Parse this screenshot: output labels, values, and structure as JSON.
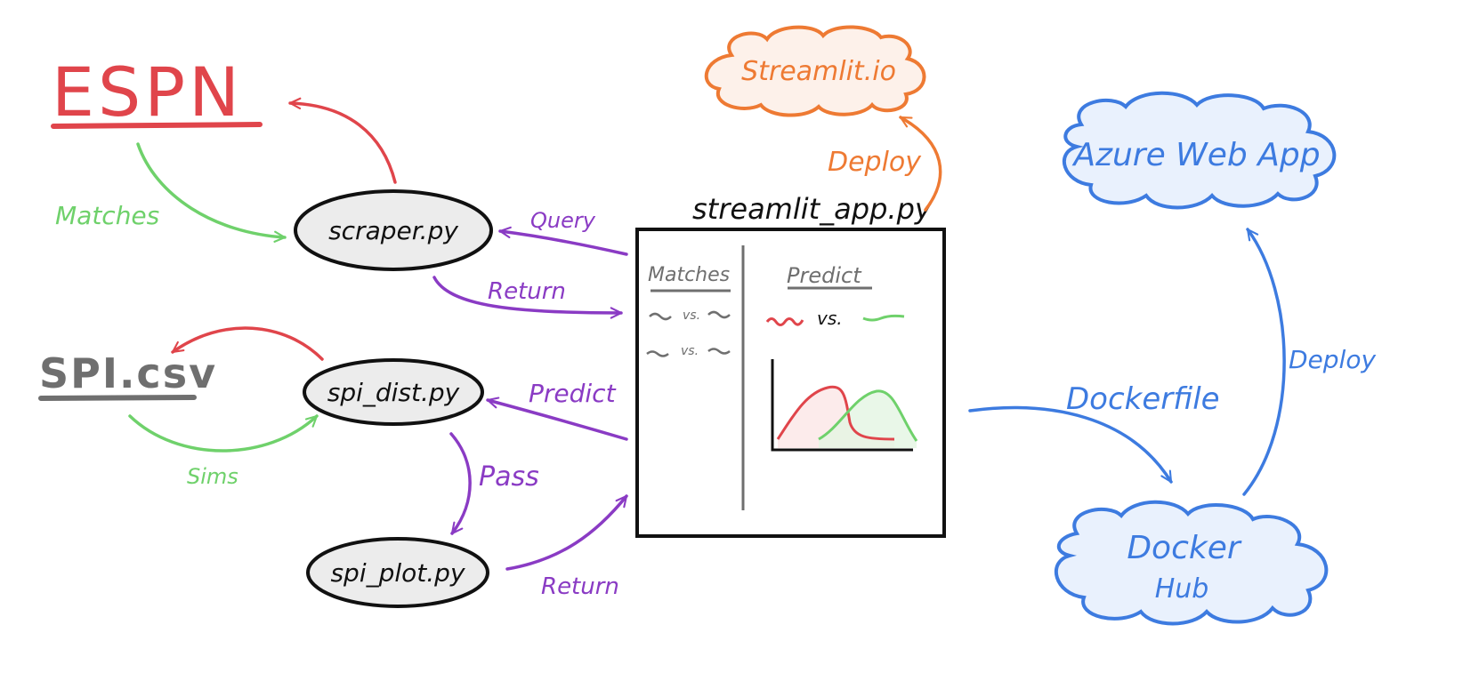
{
  "colors": {
    "red": "#e0454b",
    "green": "#6fd16b",
    "purple": "#8a3bc4",
    "orange": "#ee7a33",
    "blue": "#3d7be0",
    "gray": "#6f6f6f",
    "black": "#111111",
    "node_fill": "#ececec",
    "cloud_blue_fill": "#e9f1fd",
    "cloud_orange_fill": "#fdf1ea"
  },
  "sources": {
    "espn": "ESPN",
    "spi_csv": "SPI.csv"
  },
  "nodes": {
    "scraper": "scraper.py",
    "spi_dist": "spi_dist.py",
    "spi_plot": "spi_plot.py"
  },
  "app": {
    "title": "streamlit_app.py",
    "matches_header": "Matches",
    "vs_row_1": "vs.",
    "vs_row_2": "vs.",
    "predict_header": "Predict",
    "predict_vs": "vs."
  },
  "clouds": {
    "streamlit_io": "Streamlit.io",
    "azure": "Azure Web App",
    "docker_hub_line1": "Docker",
    "docker_hub_line2": "Hub"
  },
  "edges": {
    "matches": "Matches",
    "sims": "Sims",
    "query": "Query",
    "return_top": "Return",
    "predict": "Predict",
    "pass": "Pass",
    "return_bottom": "Return",
    "deploy_streamlit": "Deploy",
    "dockerfile": "Dockerfile",
    "deploy_azure": "Deploy"
  }
}
